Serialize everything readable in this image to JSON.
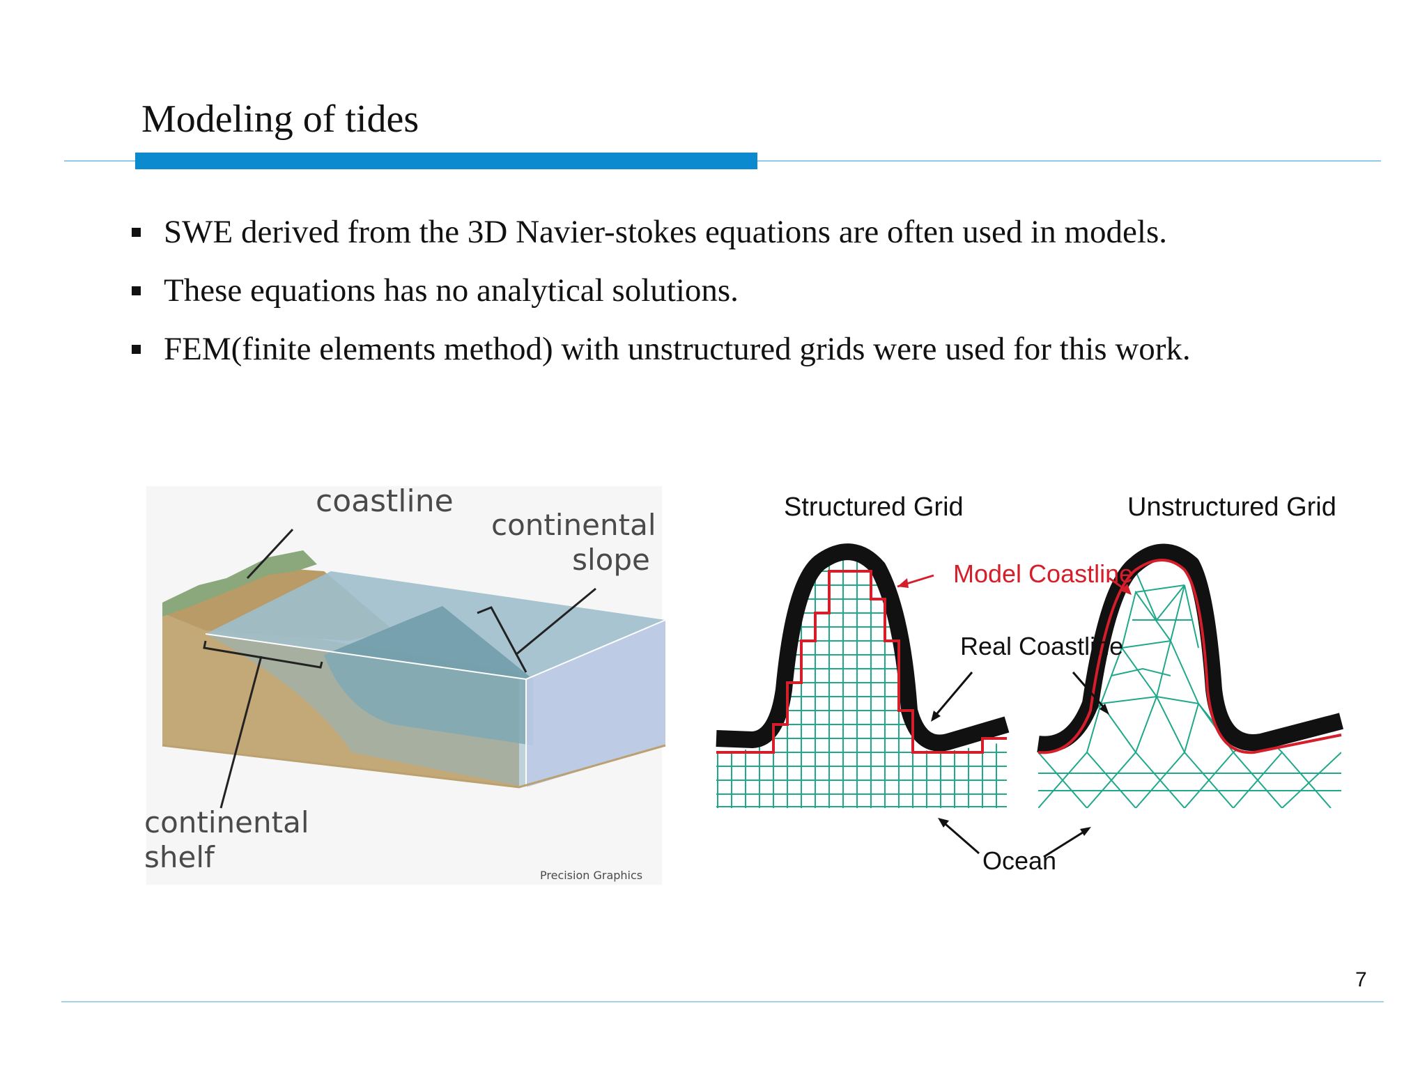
{
  "slide": {
    "title": "Modeling of tides",
    "page_number": "7",
    "colors": {
      "accent_bar": "#0b8ad0",
      "rule": "#8fcbe3",
      "mesh": "#1fa88a",
      "model_coastline": "#d41e2a"
    }
  },
  "bullets": [
    "SWE derived from the 3D Navier-stokes equations are often used in models.",
    "These equations has no analytical solutions.",
    "FEM(finite elements method) with unstructured grids were used for this work."
  ],
  "figure_left": {
    "coastline": "coastline",
    "slope_1": "continental",
    "slope_2": "slope",
    "shelf_1": "continental",
    "shelf_2": "shelf",
    "credit": "Precision Graphics"
  },
  "figure_right": {
    "structured": "Structured Grid",
    "unstructured": "Unstructured Grid",
    "model_coastline": "Model Coastline",
    "real_coastline": "Real Coastline",
    "ocean": "Ocean"
  }
}
